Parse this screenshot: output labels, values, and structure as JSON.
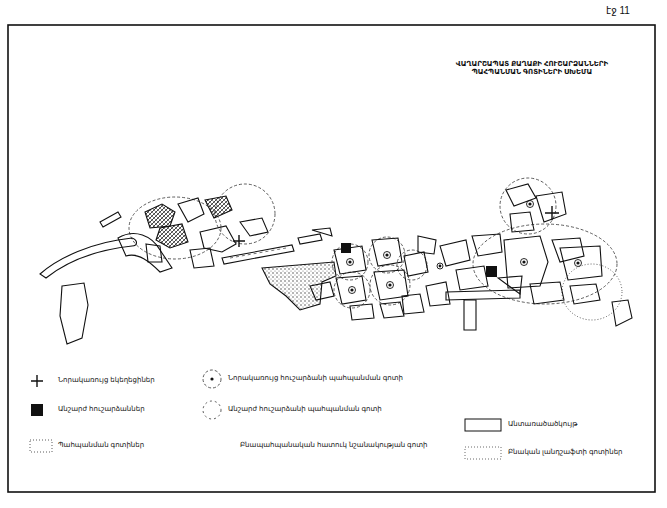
{
  "diagram": {
    "title": "ՎԱՂԱՐՇԱՊԱՏ ՔԱՂԱՔԻ ՀՈՒՇԱՐՁԱՆՆԵՐԻ ՊԱՀՊԱՆՄԱՆ ԳՈՏԻՆԵՐԻ ՍԽԵՄԱ",
    "labels": [
      "էջ 11"
    ],
    "legend": [
      {
        "text": "Նորակառույց եկեղեցիներ"
      },
      {
        "text": "Անշարժ հուշարձաններ"
      },
      {
        "text": "Պահպանման գոտիներ"
      },
      {
        "text": "Նորակառույց հուշարձանի պահպանման գոտի"
      },
      {
        "text": "Անշարժ հուշարձանի պահպանման գոտի"
      },
      {
        "text": "Բնապահպանական հատուկ նշանակության գոտի"
      },
      {
        "text": "Անտառածածկույթ"
      },
      {
        "text": "Բնական լանդշաֆտի գոտիներ"
      }
    ]
  }
}
